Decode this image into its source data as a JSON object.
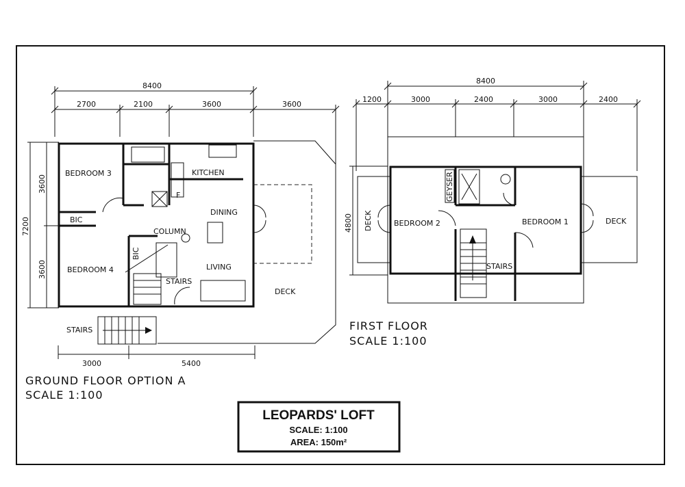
{
  "ground_floor": {
    "caption_line1": "GROUND FLOOR OPTION A",
    "caption_line2": "SCALE 1:100",
    "dims": {
      "overall_top": "8400",
      "top_1": "2700",
      "top_2": "2100",
      "top_3": "3600",
      "deck_top": "3600",
      "left_overall": "7200",
      "left_upper": "3600",
      "left_lower": "3600",
      "bottom_1": "3000",
      "bottom_2": "5400"
    },
    "rooms": {
      "bedroom3": "BEDROOM 3",
      "bedroom4": "BEDROOM 4",
      "bic_upper": "BIC",
      "bic_lower": "BIC",
      "kitchen": "KITCHEN",
      "fridge": "F",
      "dining": "DINING",
      "column": "COLUMN",
      "living": "LIVING",
      "stairs_inner": "STAIRS",
      "stairs_outer": "STAIRS",
      "deck": "DECK"
    }
  },
  "first_floor": {
    "caption_line1": "FIRST FLOOR",
    "caption_line2": "SCALE 1:100",
    "dims": {
      "overall_top": "8400",
      "top_left_ext": "1200",
      "top_1": "3000",
      "top_2": "2400",
      "top_3": "3000",
      "top_right_ext": "2400",
      "left_height": "4800"
    },
    "rooms": {
      "bedroom2": "BEDROOM 2",
      "bedroom1": "BEDROOM 1",
      "geyser": "GEYSER",
      "stairs": "STAIRS",
      "deck_left": "DECK",
      "deck_right": "DECK"
    }
  },
  "title_block": {
    "title": "LEOPARDS' LOFT",
    "scale": "SCALE: 1:100",
    "area": "AREA: 150m²"
  }
}
